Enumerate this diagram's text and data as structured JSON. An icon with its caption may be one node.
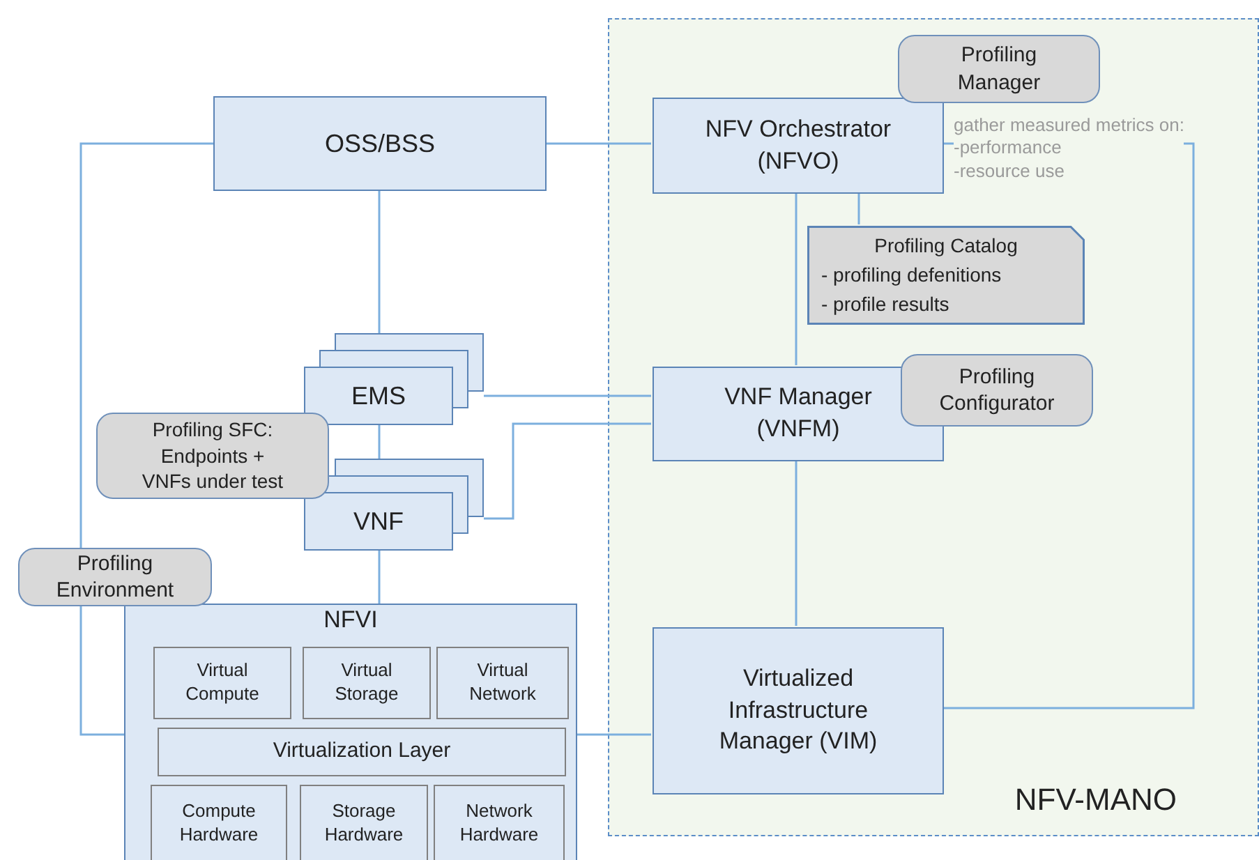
{
  "diagram": {
    "nodes": [
      {
        "text": [
          "OSS/BSS"
        ]
      },
      {
        "text": [
          "NFV-MANO"
        ]
      },
      {
        "text": [
          "Profiling Manager"
        ],
        "in": 1
      },
      {
        "text": [
          "NFV Orchestrator (NFVO)"
        ],
        "in": 1
      },
      {
        "text": [
          "Profiling Catalog",
          "- profiling defenitions",
          "- profile results"
        ],
        "in": 1
      },
      {
        "text": [
          "EMS"
        ]
      },
      {
        "text": [
          "VNF Manager (VNFM)"
        ],
        "in": 1
      },
      {
        "text": [
          "Profiling Configurator"
        ],
        "in": 1
      },
      {
        "text": [
          "Profiling SFC: Endpoints + VNFs under test"
        ]
      },
      {
        "text": [
          "VNF"
        ]
      },
      {
        "text": [
          "Profiling Environment"
        ]
      },
      {
        "text": [
          "NFVI"
        ]
      },
      {
        "text": [
          "Virtual Compute"
        ],
        "in": 11
      },
      {
        "text": [
          "Virtual Storage"
        ],
        "in": 11
      },
      {
        "text": [
          "Virtual Network"
        ],
        "in": 11
      },
      {
        "text": [
          "Virtualization Layer"
        ],
        "in": 11
      },
      {
        "text": [
          "Compute Hardware"
        ],
        "in": 11
      },
      {
        "text": [
          "Storage Hardware"
        ],
        "in": 11
      },
      {
        "text": [
          "Network Hardware"
        ],
        "in": 11
      },
      {
        "text": [
          "Virtualized Infrastructure Manager (VIM)"
        ],
        "in": 1
      }
    ],
    "edges": [
      {
        "from": 0,
        "to": 3,
        "arrow": "none"
      },
      {
        "from": 0,
        "to": 5,
        "arrow": "none"
      },
      {
        "from": 0,
        "to": 10,
        "arrow": "none"
      },
      {
        "from": 10,
        "to": 11,
        "arrow": "none"
      },
      {
        "from": 5,
        "to": 9,
        "arrow": "none"
      },
      {
        "from": 5,
        "to": 6,
        "arrow": "none"
      },
      {
        "from": 9,
        "to": 6,
        "arrow": "none"
      },
      {
        "from": 9,
        "to": 11,
        "arrow": "none"
      },
      {
        "from": 3,
        "to": 6,
        "arrow": "none"
      },
      {
        "from": 3,
        "to": 4,
        "arrow": "none"
      },
      {
        "from": 6,
        "to": 19,
        "arrow": "none"
      },
      {
        "from": 11,
        "to": 19,
        "arrow": "none"
      },
      {
        "from": 3,
        "to": 19,
        "arrow": "none",
        "label": "gather measured metrics on: -performance -resource use"
      }
    ]
  }
}
